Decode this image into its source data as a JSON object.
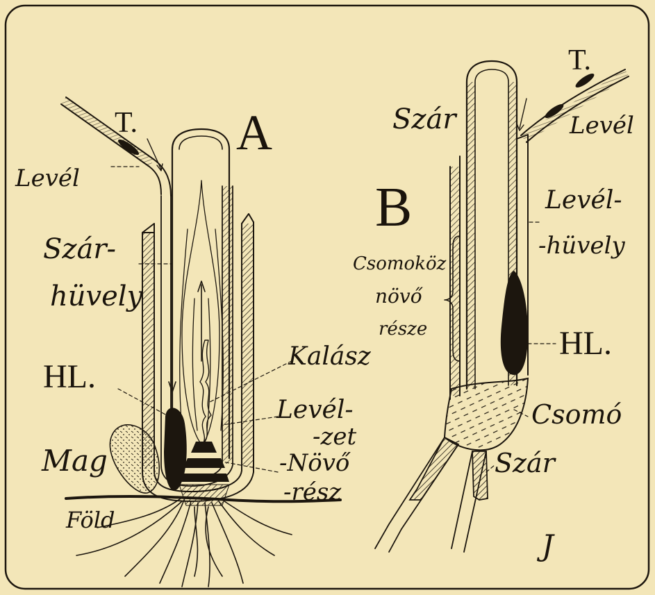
{
  "figure": {
    "paper_color": "#f3e6b8",
    "ink_color": "#1c160e",
    "panel_a": {
      "letter": "A",
      "labels": {
        "t": "T.",
        "level": "Levél",
        "szar_huvely_1": "Szár-",
        "szar_huvely_2": "hüvely",
        "hl": "HL.",
        "mag": "Mag",
        "fold": "Föld",
        "kalasz": "Kalász",
        "levelzet_1": "Levél-",
        "levelzet_2": "-zet",
        "novoresz_1": "-Növő",
        "novoresz_2": "-rész"
      }
    },
    "panel_b": {
      "letter": "B",
      "labels": {
        "t": "T.",
        "szar_top": "Szár",
        "level": "Levél",
        "levelhuvely_1": "Levél-",
        "levelhuvely_2": "-hüvely",
        "csomokoz_1": "Csomoköz",
        "csomokoz_2": "növő",
        "csomokoz_3": "része",
        "hl": "HL.",
        "csomo": "Csomó",
        "szar_bottom": "Szár"
      }
    },
    "signature": "J"
  }
}
